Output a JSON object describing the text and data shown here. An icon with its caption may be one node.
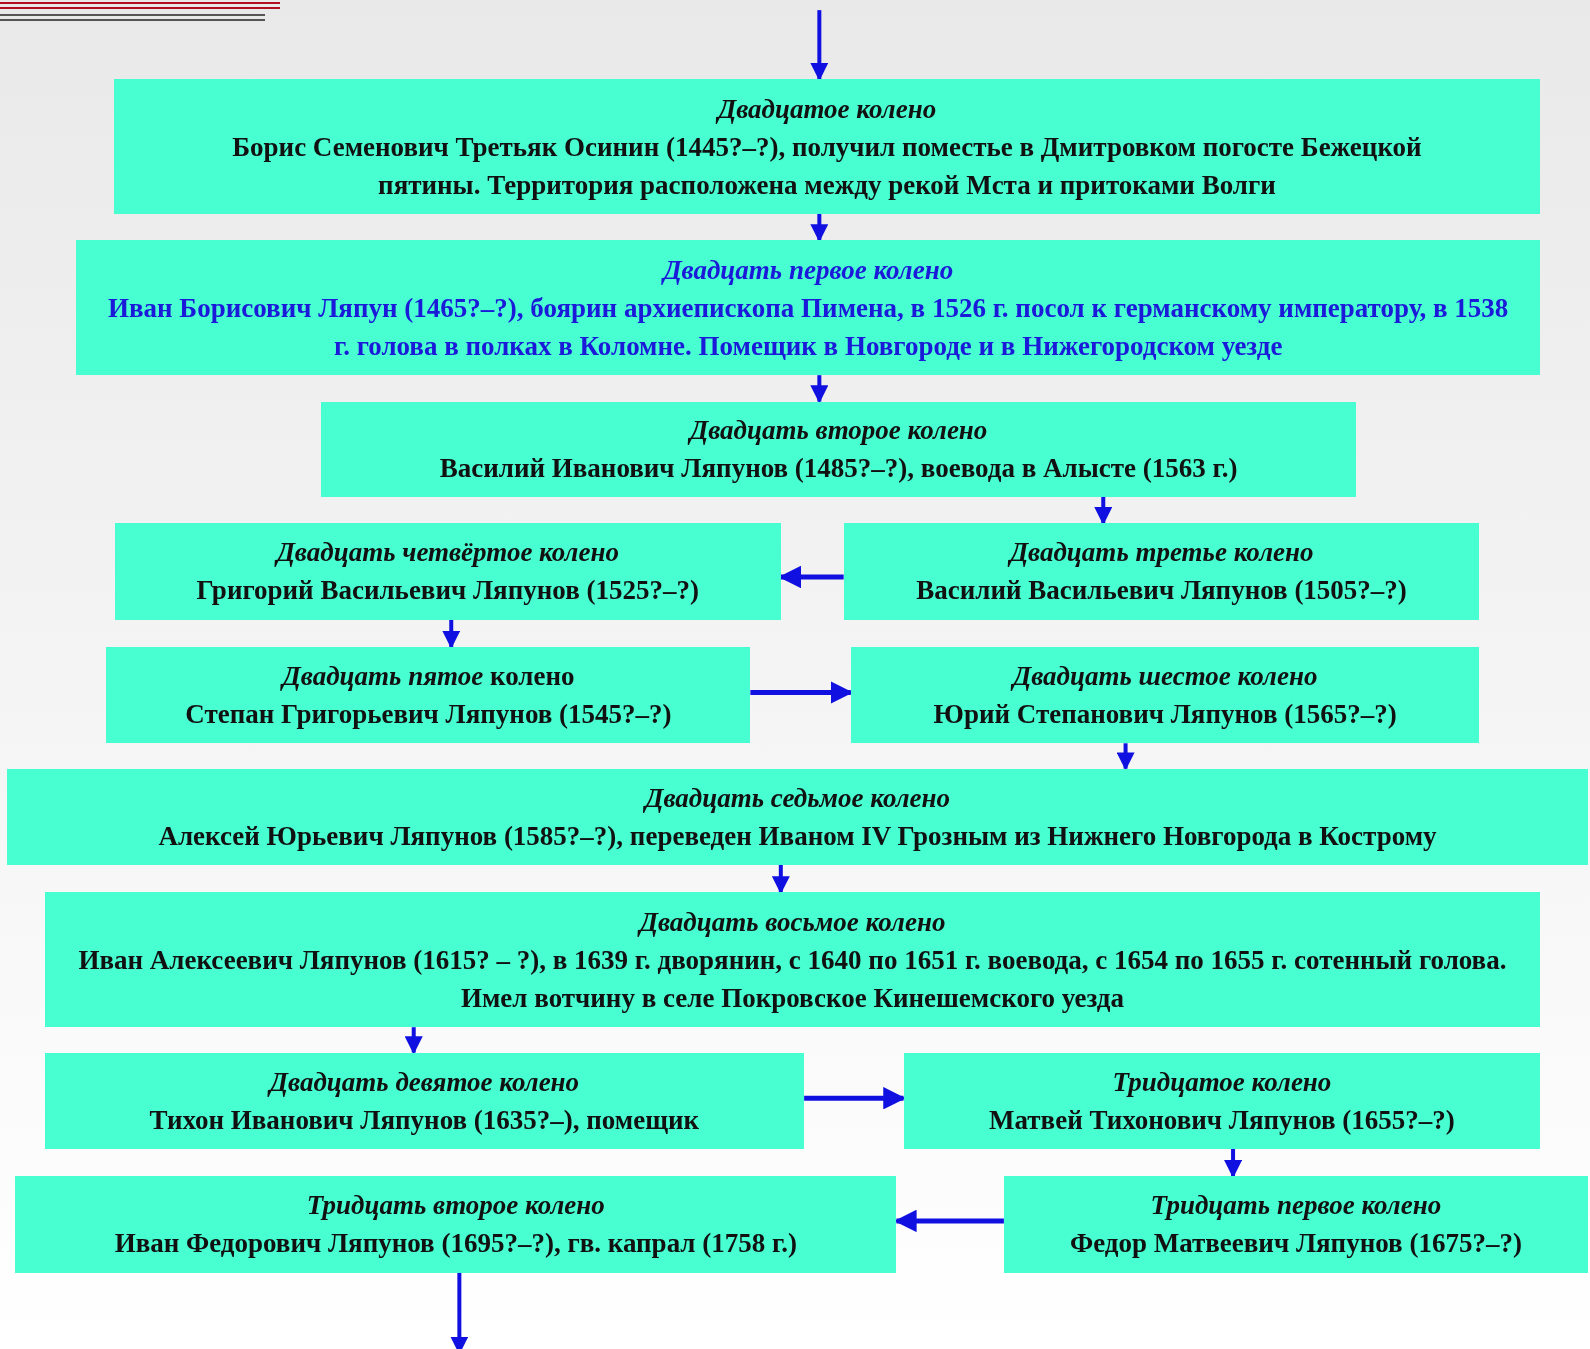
{
  "diagram": {
    "nodes": [
      {
        "text": [
          "Двадцатое колено",
          "Борис Семенович Третьяк Осинин (1445?–?), получил поместье в Дмитровком погосте Бежецкой пятины. Территория расположена между рекой Мста и притоками Волги"
        ]
      },
      {
        "text": [
          "Двадцать первое колено",
          "Иван Борисович Ляпун (1465?–?), боярин архиепископа Пимена, в 1526 г. посол к германскому императору, в 1538 г. голова в полках в Коломне. Помещик в Новгороде и в Нижегородском уезде"
        ]
      },
      {
        "text": [
          "Двадцать второе колено",
          "Василий Иванович Ляпунов (1485?–?), воевода в Алысте (1563 г.)"
        ]
      },
      {
        "text": [
          "Двадцать четвёртое колено",
          "Григорий Васильевич Ляпунов (1525?–?)"
        ]
      },
      {
        "text": [
          "Двадцать третье колено",
          "Василий Васильевич Ляпунов (1505?–?)"
        ]
      },
      {
        "text": [
          "*Двадцать пятое* колено",
          "Степан Григорьевич Ляпунов (1545?–?)"
        ]
      },
      {
        "text": [
          "Двадцать шестое колено",
          "Юрий Степанович Ляпунов (1565?–?)"
        ]
      },
      {
        "text": [
          "Двадцать седьмое колено",
          "Алексей Юрьевич Ляпунов (1585?–?), переведен Иваном IV Грозным из Нижнего Новгорода в Кострому"
        ]
      },
      {
        "text": [
          "Двадцать восьмое колено",
          "Иван Алексеевич Ляпунов (1615? – ?), в 1639 г. дворянин, с 1640 по 1651 г. воевода, с 1654 по 1655 г. сотенный голова. Имел вотчину в селе Покровское Кинешемского уезда"
        ]
      },
      {
        "text": [
          "Двадцать девятое колено",
          "Тихон Иванович Ляпунов (1635?–), помещик"
        ]
      },
      {
        "text": [
          "Тридцатое колено",
          "Матвей Тихонович Ляпунов (1655?–?)"
        ]
      },
      {
        "text": [
          "Тридцать второе колено",
          "Иван Федорович Ляпунов (1695?–?), гв. капрал (1758 г.)"
        ]
      },
      {
        "text": [
          "Тридцать первое колено",
          "Федор Матвеевич Ляпунов (1675?–?)"
        ]
      }
    ],
    "edges": [
      {
        "from": null,
        "to": 0,
        "arrow": "to"
      },
      {
        "from": 0,
        "to": 1,
        "arrow": "to"
      },
      {
        "from": 1,
        "to": 2,
        "arrow": "to"
      },
      {
        "from": 2,
        "to": 4,
        "arrow": "to"
      },
      {
        "from": 4,
        "to": 3,
        "arrow": "to"
      },
      {
        "from": 3,
        "to": 5,
        "arrow": "to"
      },
      {
        "from": 5,
        "to": 6,
        "arrow": "to"
      },
      {
        "from": 6,
        "to": 7,
        "arrow": "to"
      },
      {
        "from": 7,
        "to": 8,
        "arrow": "to"
      },
      {
        "from": 8,
        "to": 9,
        "arrow": "to"
      },
      {
        "from": 9,
        "to": 10,
        "arrow": "to"
      },
      {
        "from": 10,
        "to": 12,
        "arrow": "to"
      },
      {
        "from": 12,
        "to": 11,
        "arrow": "to"
      },
      {
        "from": 11,
        "to": null,
        "arrow": "to"
      }
    ]
  }
}
